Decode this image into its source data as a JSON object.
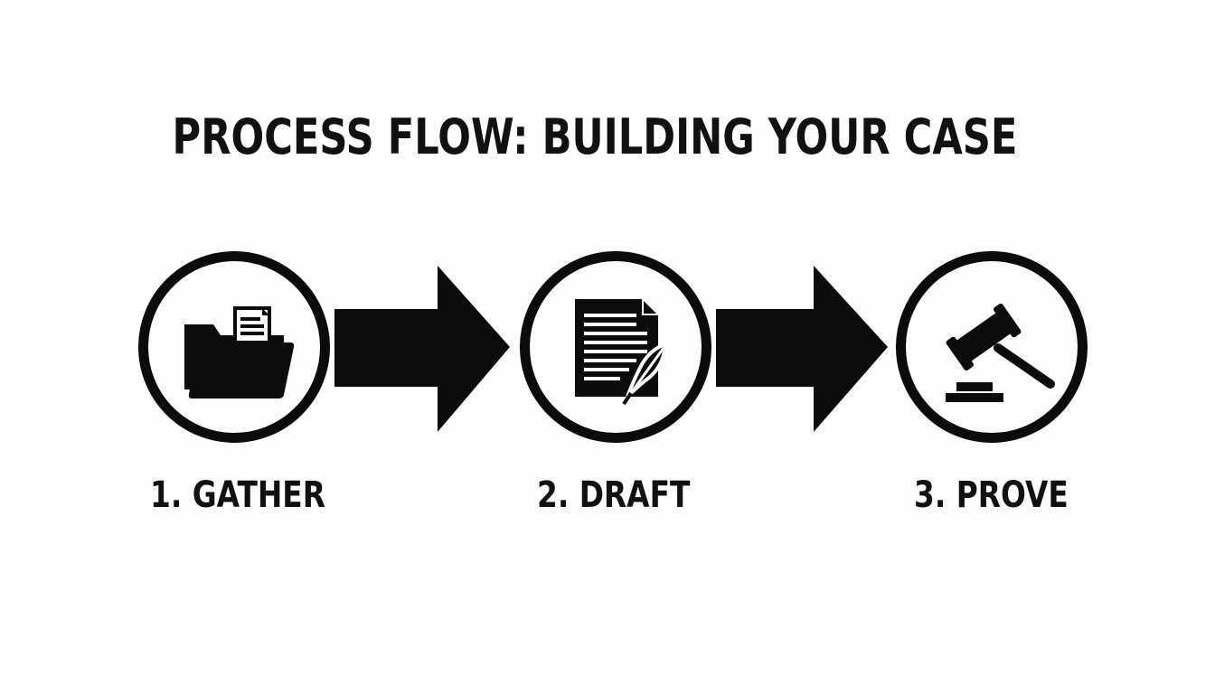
{
  "title": "PROCESS FLOW: BUILDING YOUR CASE",
  "steps": [
    {
      "label": "1. GATHER",
      "icon": "folder-icon"
    },
    {
      "label": "2. DRAFT",
      "icon": "document-quill-icon"
    },
    {
      "label": "3. PROVE",
      "icon": "gavel-icon"
    }
  ],
  "colors": {
    "foreground": "#0b0b0b",
    "background": "#fdfefd"
  }
}
